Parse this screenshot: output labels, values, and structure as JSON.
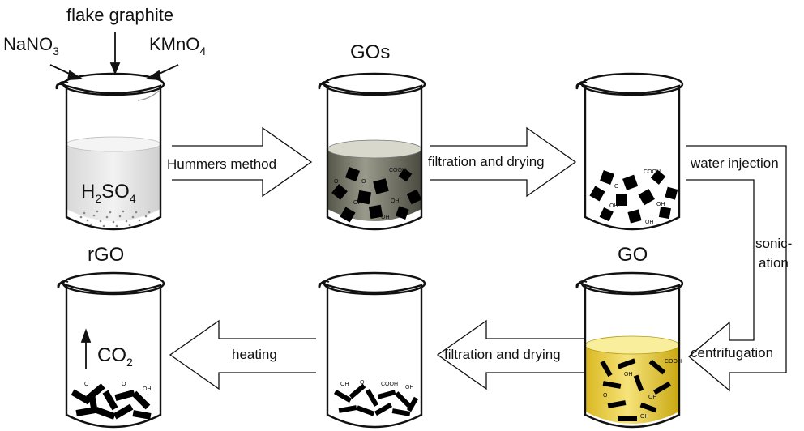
{
  "reagents": {
    "left": "NaNO",
    "left_sub": "3",
    "top": "flake graphite",
    "right": "KMnO",
    "right_sub": "4"
  },
  "beaker1": {
    "formula_a": "H",
    "formula_sub1": "2",
    "formula_b": "SO",
    "formula_sub2": "4"
  },
  "titles": {
    "gos": "GOs",
    "go": "GO",
    "rgo": "rGO"
  },
  "steps": {
    "hummers": "Hummers method",
    "filtration1": "filtration and drying",
    "water_injection": "water injection",
    "sonication_1": "sonic-",
    "sonication_2": "ation",
    "centrifugation": "centrifugation",
    "filtration2": "filtration and drying",
    "heating": "heating"
  },
  "rgo_gas": {
    "text": "CO",
    "sub": "2"
  },
  "group_labels": {
    "cooh": "COOH",
    "oh": "OH",
    "epoxy": "O"
  },
  "colors": {
    "gos_liquid": "#7a7a6c",
    "go_liquid": "#e8cd3a",
    "acid_liquid": "#e6e6e6",
    "line": "#111111"
  }
}
